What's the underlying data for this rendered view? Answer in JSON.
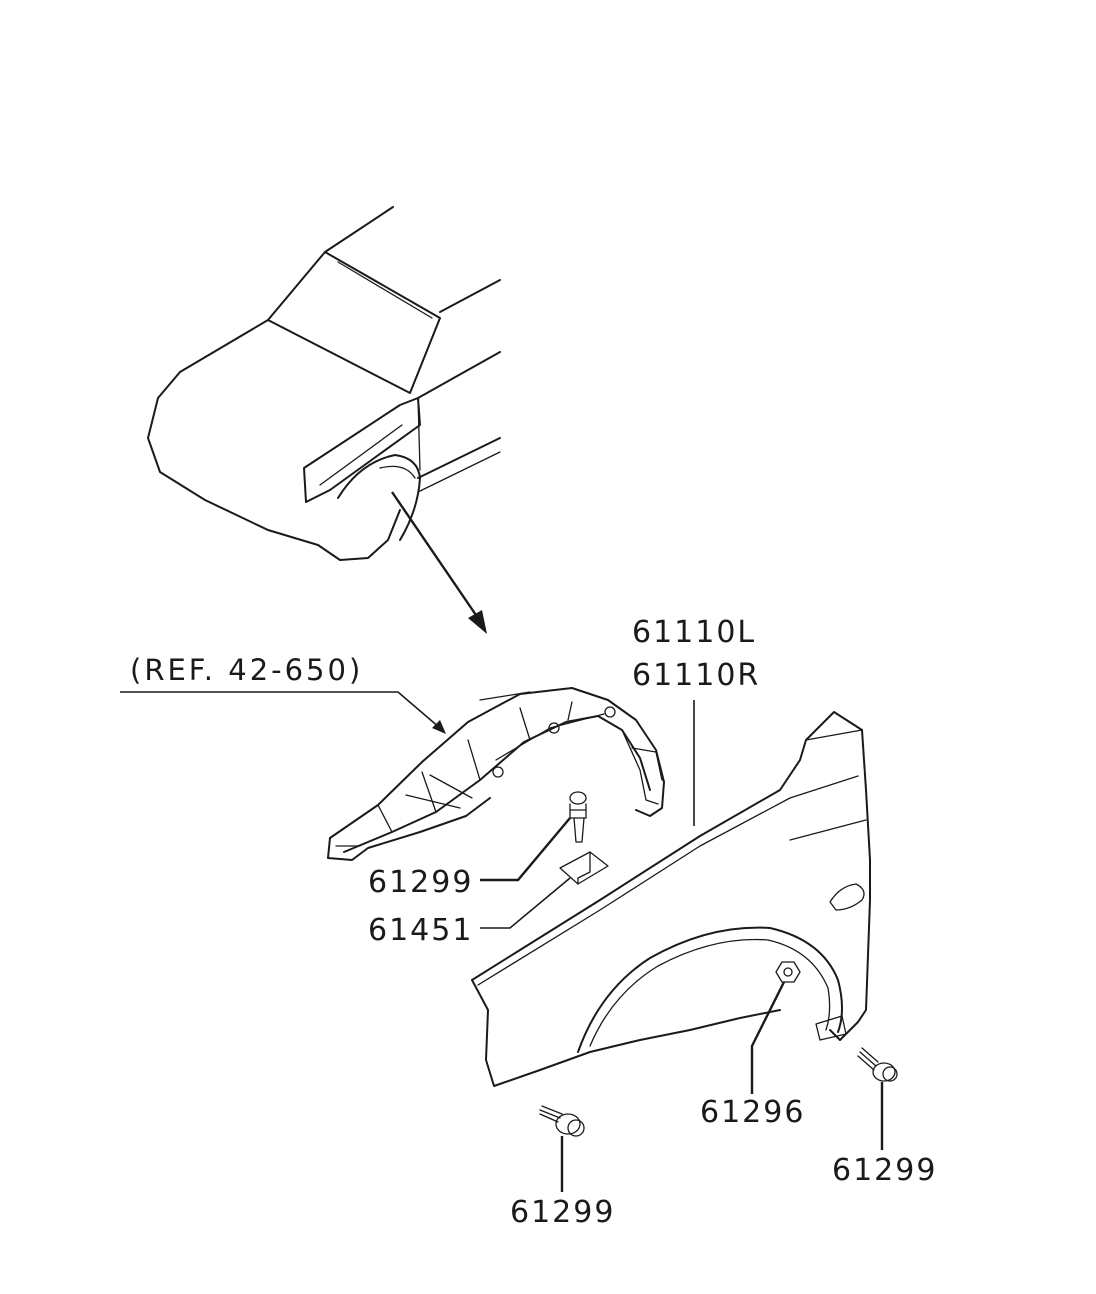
{
  "labels": {
    "ref": "(REF. 42-650)",
    "fender_left": "61110L",
    "fender_right": "61110R",
    "clip_upper": "61299",
    "bracket": "61451",
    "nut": "61296",
    "screw_front": "61299",
    "screw_rear": "61299"
  },
  "icons": {
    "leader_arrow": "arrow-head-icon",
    "detail_arrow": "detail-arrow-icon"
  },
  "colors": {
    "line": "#1a1a1a",
    "background": "#ffffff"
  }
}
